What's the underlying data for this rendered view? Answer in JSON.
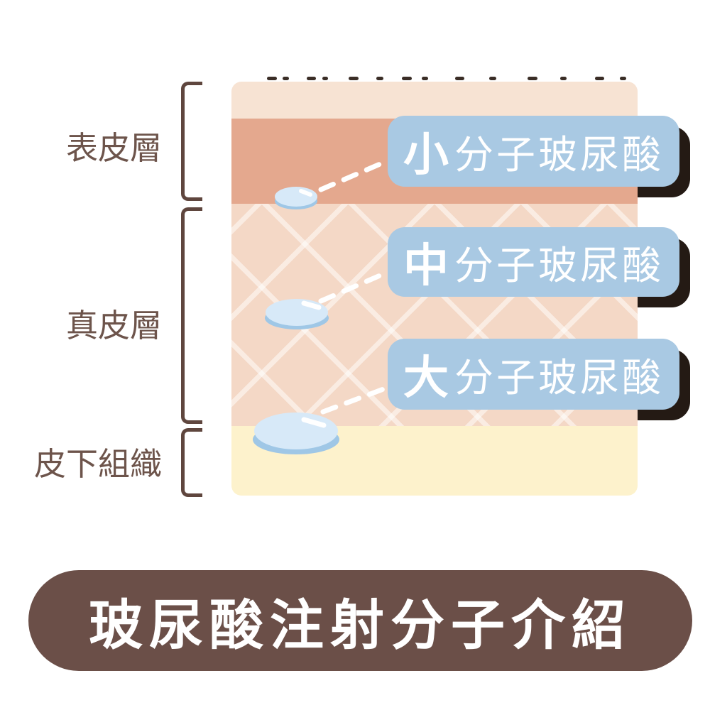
{
  "figure": {
    "skin_layers": [
      {
        "name": "表皮層"
      },
      {
        "name": "真皮層"
      },
      {
        "name": "皮下組織"
      }
    ],
    "molecule_labels": [
      {
        "emphasis": "小",
        "rest": "分子玻尿酸",
        "full": "小分子玻尿酸"
      },
      {
        "emphasis": "中",
        "rest": "分子玻尿酸",
        "full": "中分子玻尿酸"
      },
      {
        "emphasis": "大",
        "rest": "分子玻尿酸",
        "full": "大分子玻尿酸"
      }
    ],
    "colors": {
      "surface_layer": "#f7e3d3",
      "epidermis_layer": "#e4a88e",
      "dermis_layer": "#f4d8c6",
      "dermis_lattice": "#fae8dc",
      "subcutaneous_layer": "#fdf2cc",
      "label_blue": "#a9c9e3",
      "label_shadow": "#241a14",
      "droplet_fill": "#d7e9f8",
      "droplet_rim": "#9fc7e6",
      "side_text_brown": "#6d544b",
      "bracket_brown": "#5f463e",
      "banner_brown": "#6b4f48",
      "banner_text": "#ffffff"
    }
  },
  "title": {
    "text": "玻尿酸注射分子介紹"
  }
}
